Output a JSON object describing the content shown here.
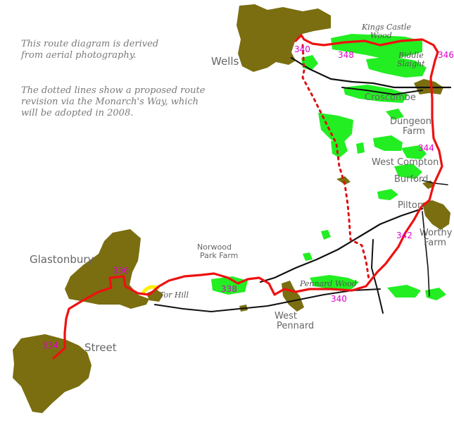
{
  "notes": {
    "line1": "This route diagram is derived",
    "line2": "from aerial photography.",
    "line3": "The dotted lines show a proposed route",
    "line4": "revision via the Monarch's Way, which",
    "line5": "will be adopted in 2008."
  },
  "towns": {
    "wells": "Wells",
    "glastonbury": "Glastonbury",
    "street": "Street"
  },
  "villages": {
    "croscombe": "Croscombe",
    "dungeon": "Dungeon",
    "farm1": "Farm",
    "west_compton": "West Compton",
    "burford": "Burford",
    "pilton": "Pilton",
    "worthy": "Worthy",
    "farm2": "Farm",
    "west": "West",
    "pennard": "Pennard",
    "norwood": "Norwood",
    "park_farm": "Park Farm"
  },
  "woods": {
    "kings_castle": "Kings Castle",
    "wood": "Wood",
    "biddle": "Biddle",
    "slaight": "Slaight",
    "tor_hill": "Tor Hill",
    "pennard_wood": "Pennard Wood"
  },
  "mileposts": {
    "m334": "334",
    "m336": "336",
    "m338": "338",
    "m340a": "340",
    "m342": "342",
    "m344": "344",
    "m346": "346",
    "m348": "348",
    "m340b": "340"
  },
  "colors": {
    "route": "#ee1111",
    "proposed": "#dd1111",
    "road": "#111111",
    "town": "#7a6e10",
    "woodland": "#22ee22",
    "road_grey": "#777777",
    "tor_highlight": "#ffee00"
  }
}
